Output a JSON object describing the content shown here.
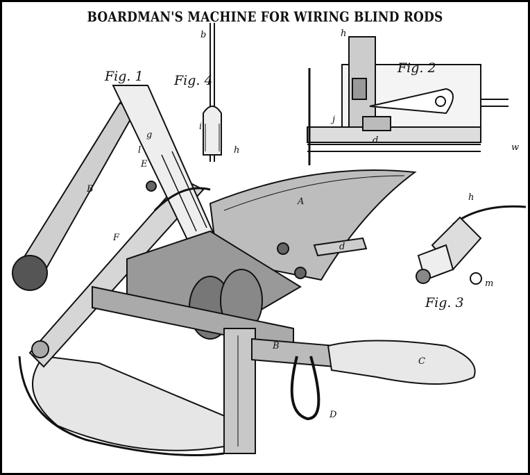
{
  "title": "BOARDMAN'S MACHINE FOR WIRING BLIND RODS",
  "figures": {
    "fig1": "Fig. 1",
    "fig2": "Fig. 2",
    "fig3": "Fig. 3",
    "fig4": "Fig. 4"
  },
  "part_labels": {
    "fig1": [
      "g",
      "i",
      "l",
      "E",
      "h",
      "B",
      "F",
      "A",
      "d",
      "B",
      "C",
      "D"
    ],
    "fig2": [
      "h",
      "j",
      "d",
      "w"
    ],
    "fig3": [
      "h",
      "m"
    ],
    "fig4": [
      "b"
    ]
  }
}
